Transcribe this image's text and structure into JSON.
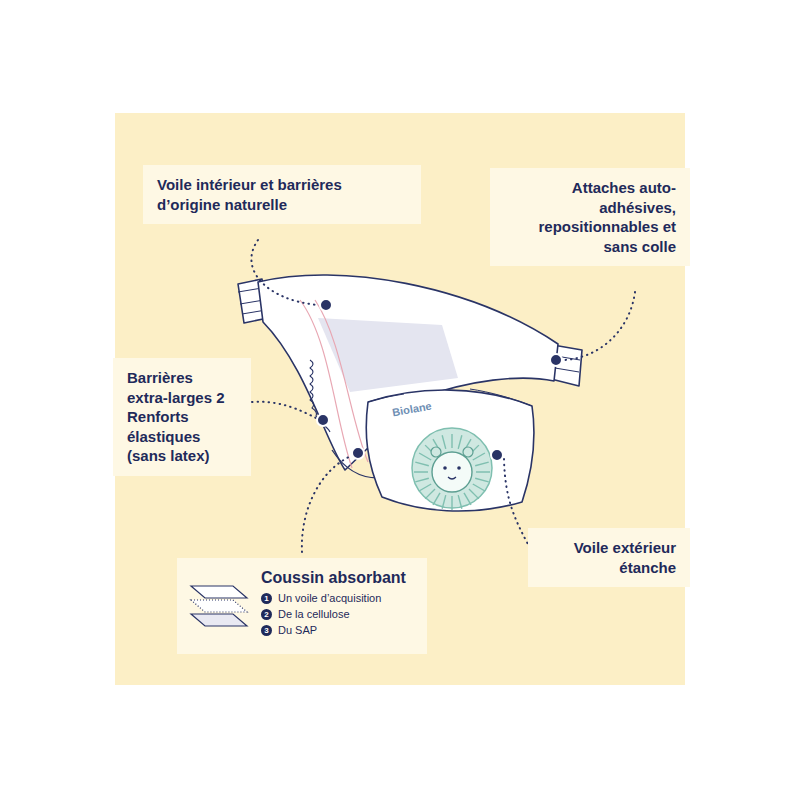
{
  "diagram": {
    "nodes": [
      {
        "text": [
          "Voile intérieur et barrières d’origine naturelle"
        ]
      },
      {
        "text": [
          "Attaches auto-adhésives, repositionnables et sans colle"
        ]
      },
      {
        "text": [
          "Barrières extra-larges 2 Renforts élastiques (sans latex)"
        ]
      },
      {
        "text": [
          "Voile extérieur étanche"
        ]
      },
      {
        "text": [
          "Coussin absorbant",
          "1",
          "Un voile d’acquisition",
          "2",
          "De la cellulose",
          "3",
          "Du SAP"
        ]
      }
    ],
    "labels": [
      "Biolane"
    ]
  }
}
